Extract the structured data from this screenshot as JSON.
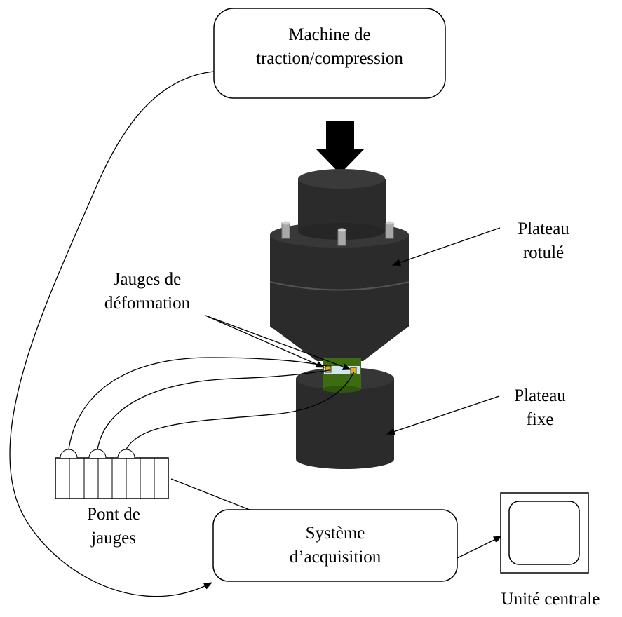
{
  "labels": {
    "machine": [
      "Machine de",
      "traction/compression"
    ],
    "plateau_rotule": [
      "Plateau",
      "rotulé"
    ],
    "jauges": [
      "Jauges de",
      "déformation"
    ],
    "plateau_fixe": [
      "Plateau",
      "fixe"
    ],
    "pont": [
      "Pont de",
      "jauges"
    ],
    "acquisition": [
      "Système",
      "d’acquisition"
    ],
    "unite": "Unité centrale"
  },
  "colors": {
    "body": "#2b2b2b",
    "specimen": "#3d6b12",
    "strain_gauge": "#e0b020",
    "ring": "#cfe8ee",
    "pin": "#a8a8a8",
    "line": "#000000"
  }
}
